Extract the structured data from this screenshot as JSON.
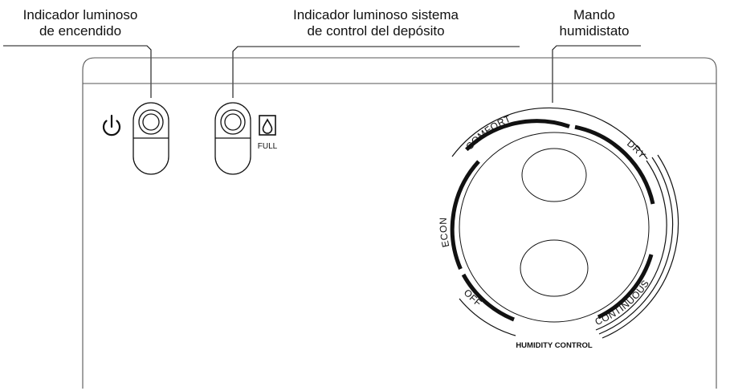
{
  "callouts": {
    "power": {
      "line1": "Indicador luminoso",
      "line2": "de encendido"
    },
    "tank": {
      "line1": "Indicador luminoso sistema",
      "line2": "de control del depósito"
    },
    "humidistat": {
      "line1": "Mando",
      "line2": "humidistato"
    }
  },
  "panel": {
    "full_label": "FULL",
    "power_symbol": "power-icon",
    "tank_symbol": "water-drop-icon"
  },
  "dial": {
    "settings": [
      "OFF",
      "ECON",
      "COMFORT",
      "DRY",
      "CONTINUOUS"
    ],
    "caption": "HUMIDITY CONTROL"
  },
  "colors": {
    "line": "#111111",
    "panel_border": "#555555"
  }
}
